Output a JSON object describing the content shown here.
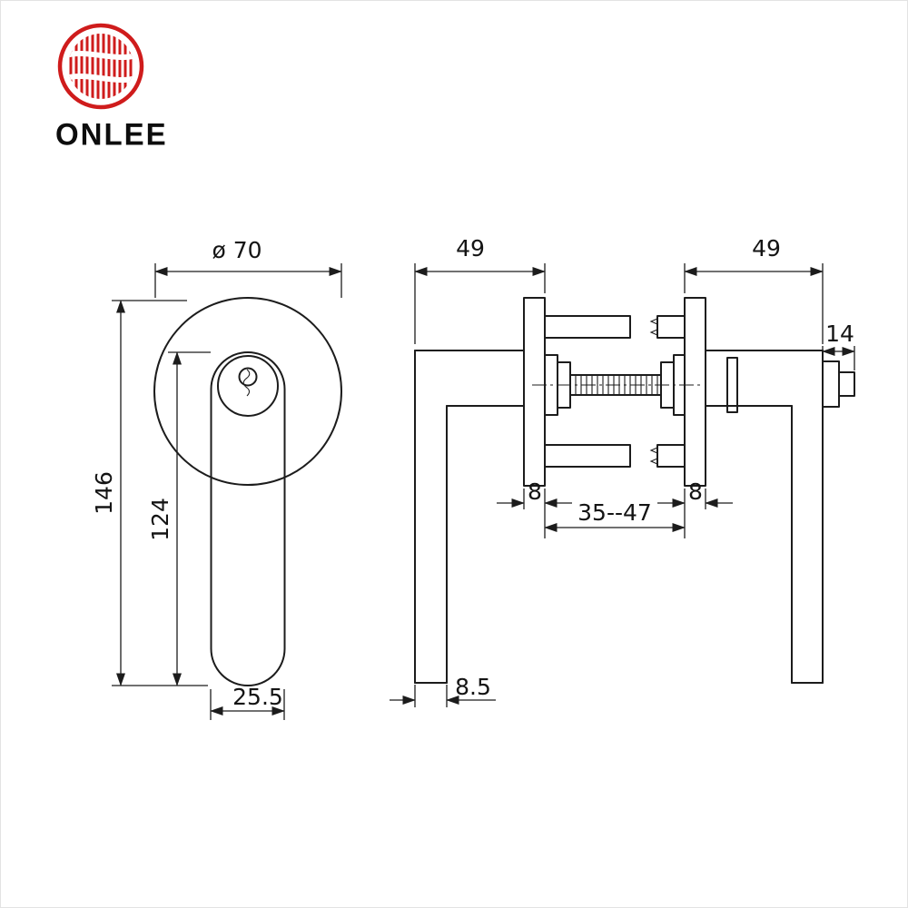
{
  "brand": {
    "name": "ONLEE"
  },
  "drawing": {
    "front": {
      "dim_diameter": "ø 70",
      "dim_total_height": "146",
      "dim_lever_length": "124",
      "dim_lever_width": "25.5"
    },
    "side": {
      "dim_left_depth": "49",
      "dim_right_depth": "49",
      "dim_spindle_ext": "14",
      "dim_left_plate": "8",
      "dim_right_plate": "8",
      "dim_door_range": "35--47",
      "dim_grip_thickness": "8.5"
    }
  }
}
